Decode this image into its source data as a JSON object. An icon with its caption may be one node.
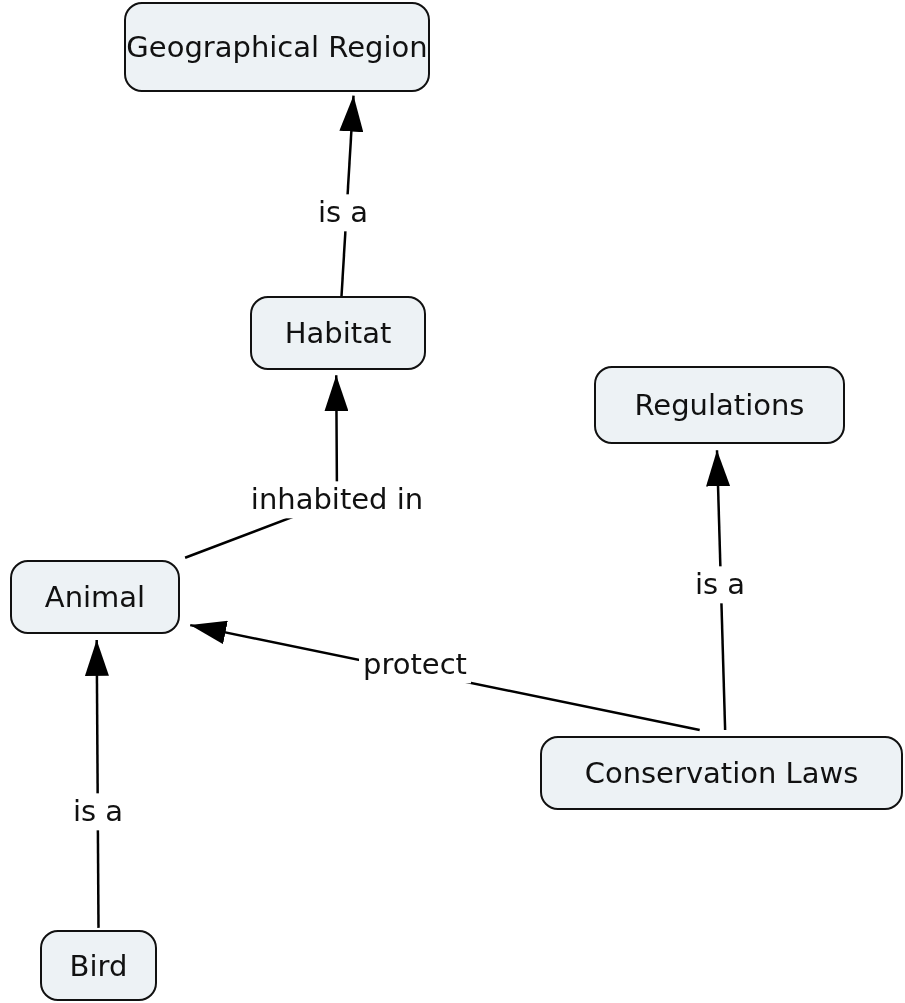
{
  "diagram": {
    "nodes": [
      {
        "text": [
          "Geographical Region"
        ]
      },
      {
        "text": [
          "Habitat"
        ]
      },
      {
        "text": [
          "Regulations"
        ]
      },
      {
        "text": [
          "Animal"
        ]
      },
      {
        "text": [
          "Conservation Laws"
        ]
      },
      {
        "text": [
          "Bird"
        ]
      }
    ],
    "edges": [
      {
        "from": 1,
        "to": 0,
        "arrow": "to",
        "label": "is a"
      },
      {
        "from": 3,
        "to": 1,
        "arrow": "to",
        "label": "inhabited in"
      },
      {
        "from": 4,
        "to": 3,
        "arrow": "to",
        "label": "protect"
      },
      {
        "from": 4,
        "to": 2,
        "arrow": "to",
        "label": "is a"
      },
      {
        "from": 5,
        "to": 3,
        "arrow": "to",
        "label": "is a"
      }
    ]
  }
}
